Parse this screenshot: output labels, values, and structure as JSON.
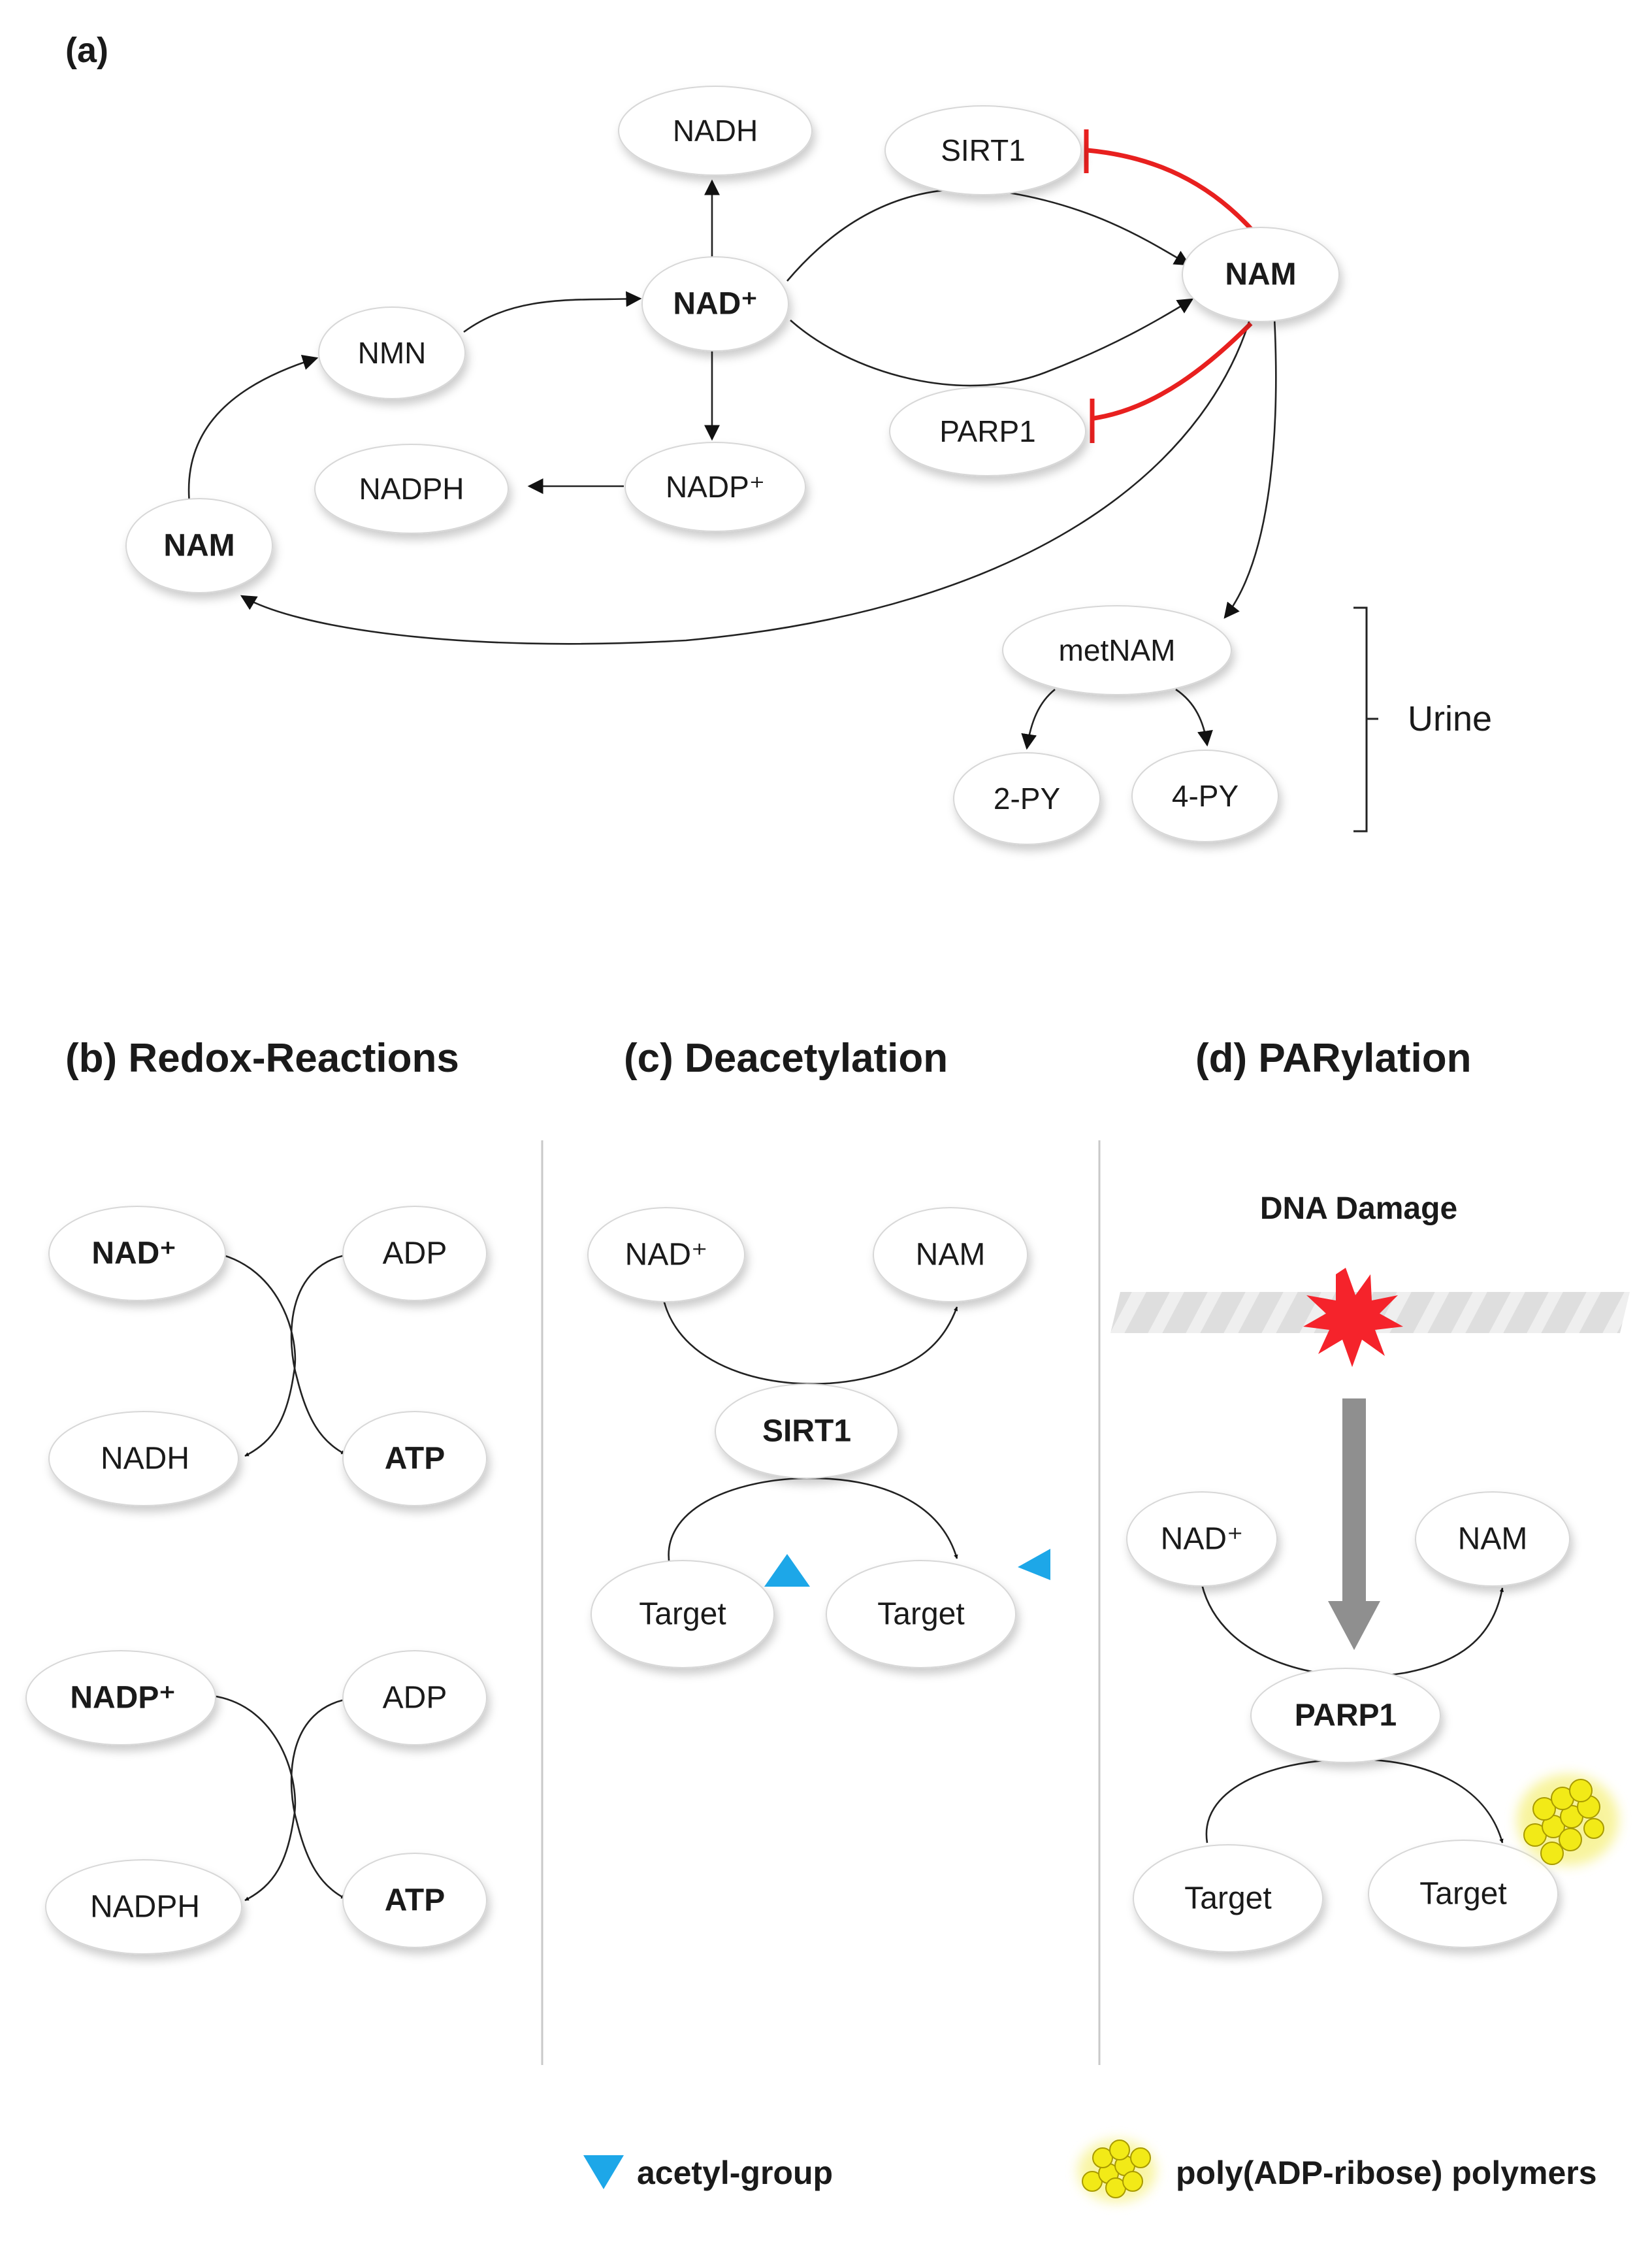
{
  "panels": {
    "a": {
      "label": "(a)",
      "nodes": {
        "nadh": "NADH",
        "sirt1": "SIRT1",
        "nam_right": "NAM",
        "nmn": "NMN",
        "nad_plus": "NAD⁺",
        "parp1": "PARP1",
        "nadph": "NADPH",
        "nadp_plus": "NADP⁺",
        "nam_left": "NAM",
        "metnam": "metNAM",
        "two_py": "2-PY",
        "four_py": "4-PY"
      },
      "urine_label": "Urine"
    },
    "b": {
      "title": "(b) Redox-Reactions",
      "reaction1": {
        "substrate": "NAD⁺",
        "product": "NADH",
        "cosubstrate": "ADP",
        "coproduct": "ATP"
      },
      "reaction2": {
        "substrate": "NADP⁺",
        "product": "NADPH",
        "cosubstrate": "ADP",
        "coproduct": "ATP"
      }
    },
    "c": {
      "title": "(c) Deacetylation",
      "nad_plus": "NAD⁺",
      "nam": "NAM",
      "enzyme": "SIRT1",
      "target_before": "Target",
      "target_after": "Target"
    },
    "d": {
      "title": "(d) PARylation",
      "damage_label": "DNA Damage",
      "nad_plus": "NAD⁺",
      "nam": "NAM",
      "enzyme": "PARP1",
      "target_before": "Target",
      "target_after": "Target"
    }
  },
  "legend": {
    "acetyl": "acetyl-group",
    "par": "poly(ADP-ribose) polymers"
  },
  "colors": {
    "inhibition": "#e8201f",
    "acetyl": "#1da7e8",
    "par_polymer": "#f2ea17",
    "damage_star": "#f5232b",
    "ellipse_fill": "#ffffff",
    "ellipse_stroke": "#d7d7d7"
  }
}
